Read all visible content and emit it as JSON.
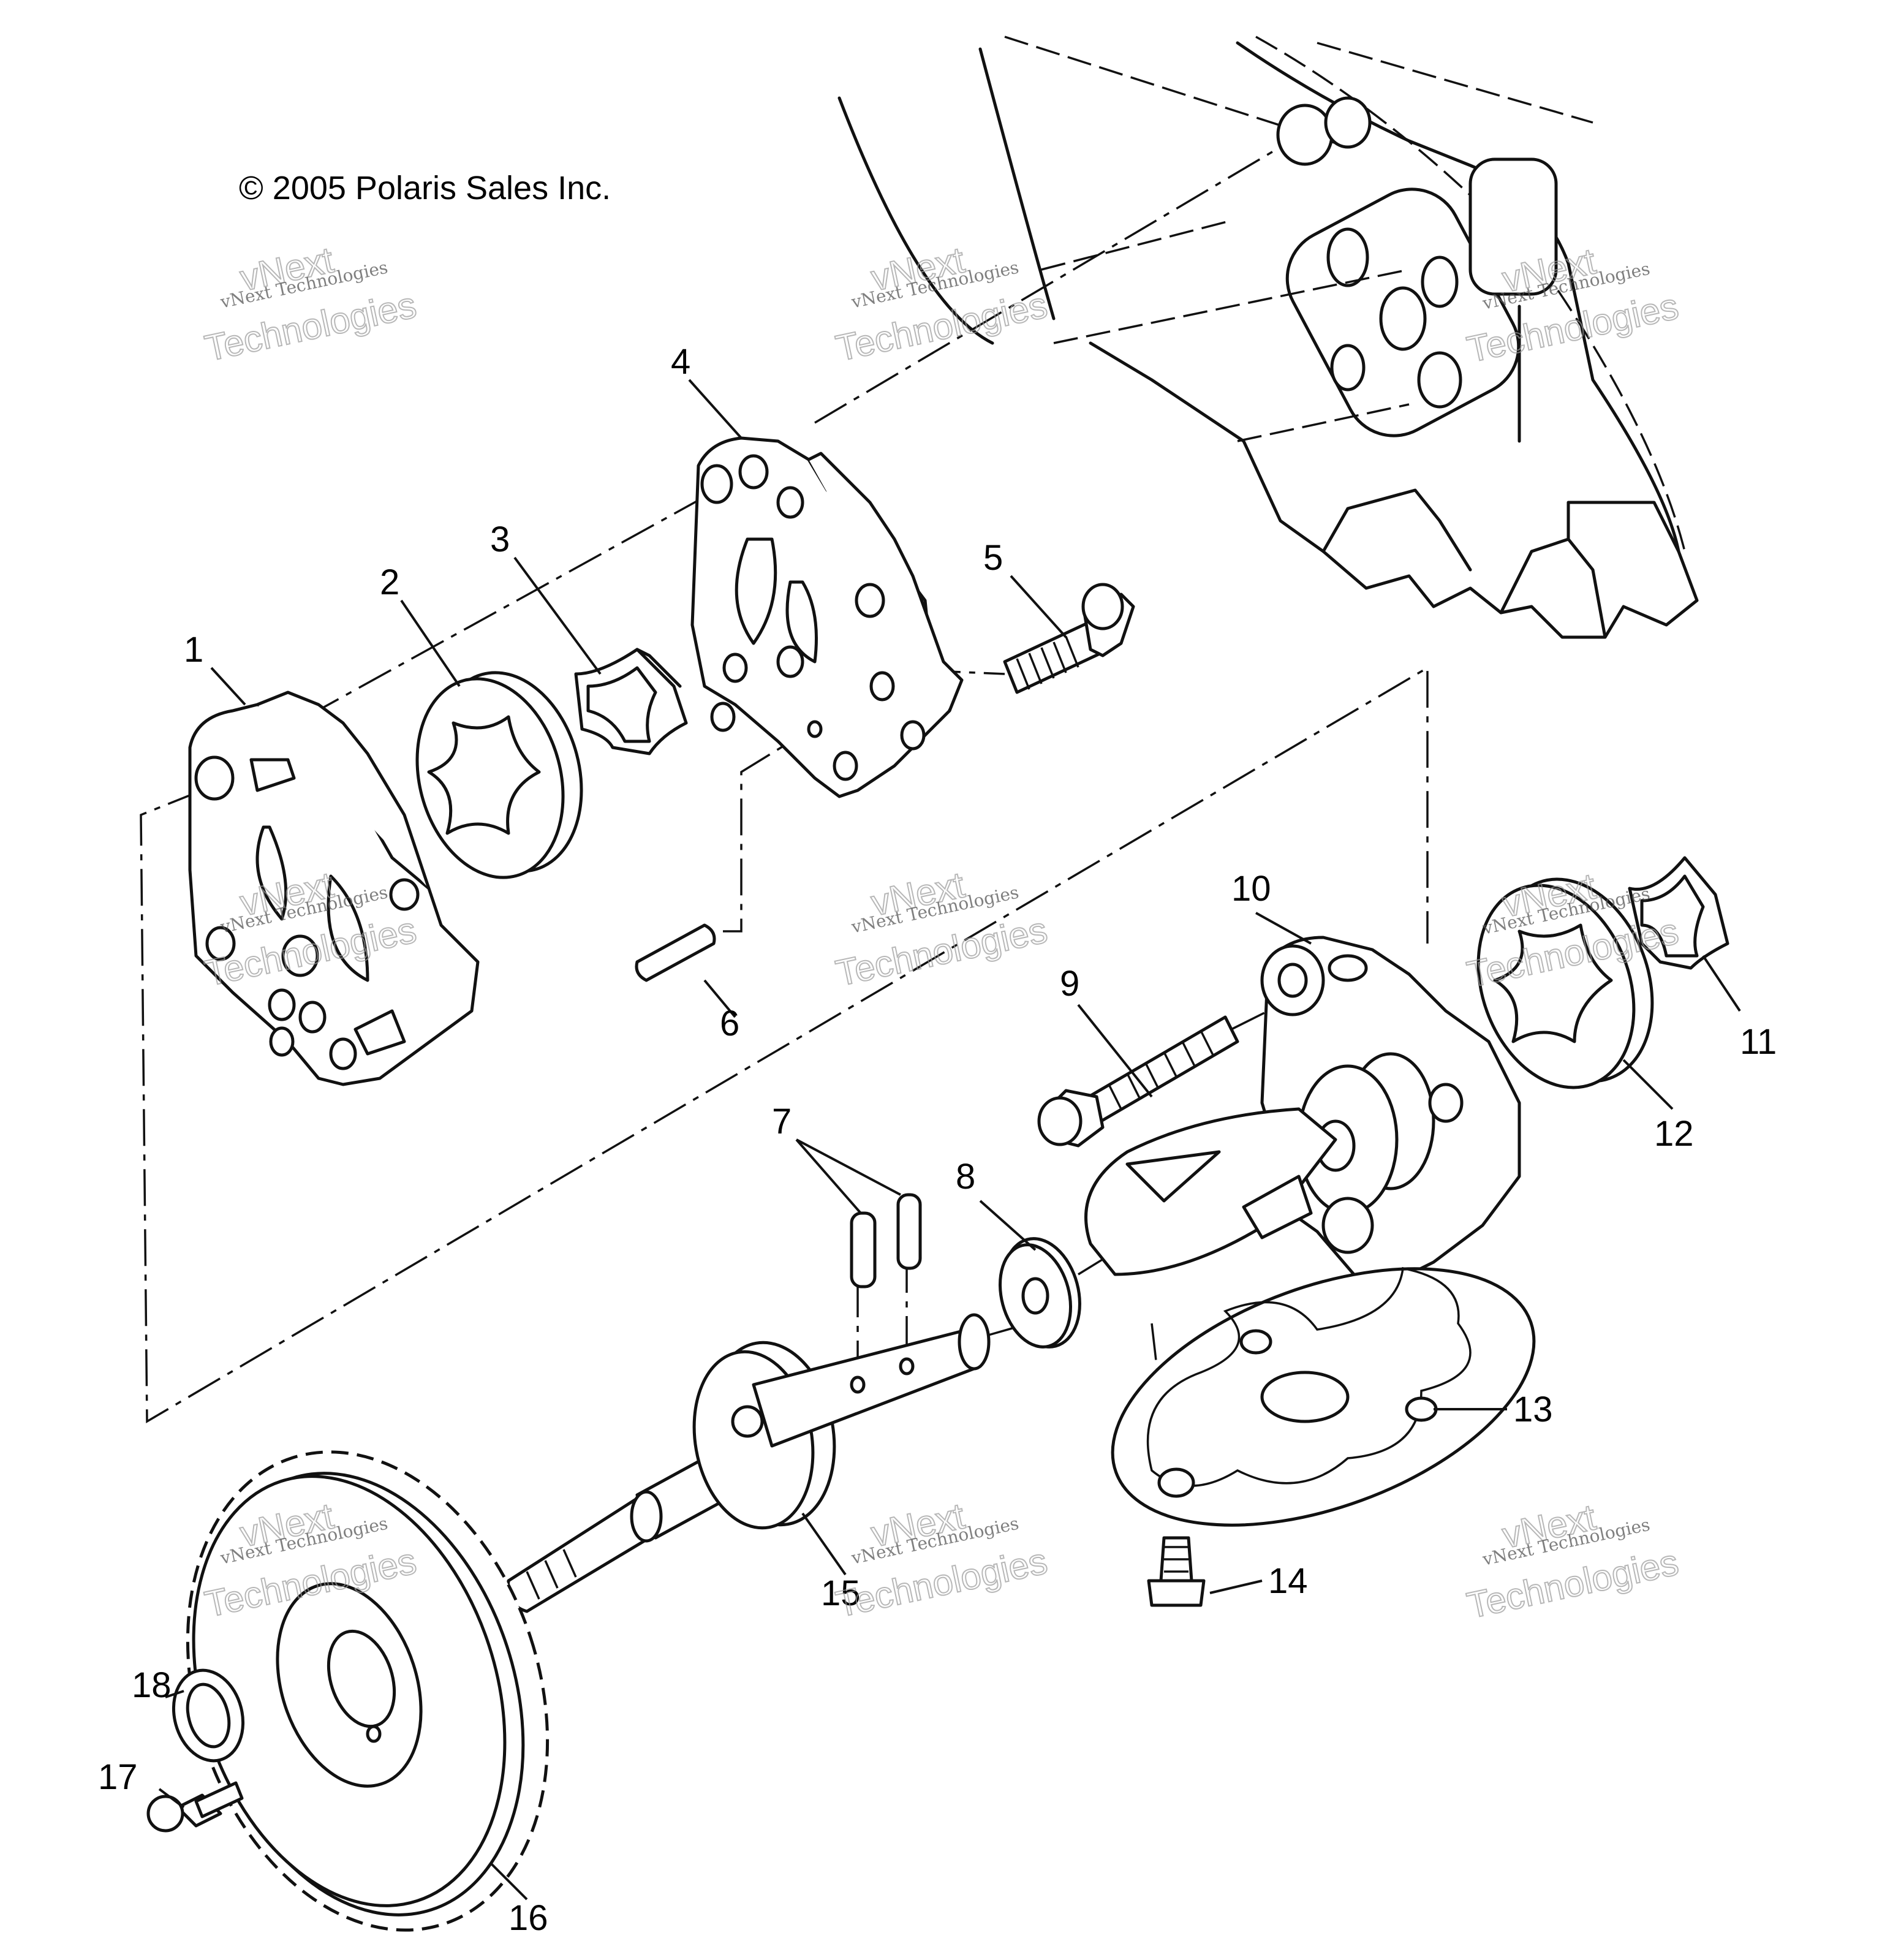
{
  "copyright": "© 2005 Polaris Sales Inc.",
  "callouts": [
    {
      "id": "1",
      "label": "1"
    },
    {
      "id": "2",
      "label": "2"
    },
    {
      "id": "3",
      "label": "3"
    },
    {
      "id": "4",
      "label": "4"
    },
    {
      "id": "5",
      "label": "5"
    },
    {
      "id": "6",
      "label": "6"
    },
    {
      "id": "7",
      "label": "7"
    },
    {
      "id": "8",
      "label": "8"
    },
    {
      "id": "9",
      "label": "9"
    },
    {
      "id": "10",
      "label": "10"
    },
    {
      "id": "11",
      "label": "11"
    },
    {
      "id": "12",
      "label": "12"
    },
    {
      "id": "13",
      "label": "13"
    },
    {
      "id": "14",
      "label": "14"
    },
    {
      "id": "15",
      "label": "15"
    },
    {
      "id": "16",
      "label": "16"
    },
    {
      "id": "17",
      "label": "17"
    },
    {
      "id": "18",
      "label": "18"
    }
  ],
  "watermark": {
    "line_small": "vNext Technologies",
    "line_big_1": "vNext",
    "line_big_2": "Technologies"
  }
}
